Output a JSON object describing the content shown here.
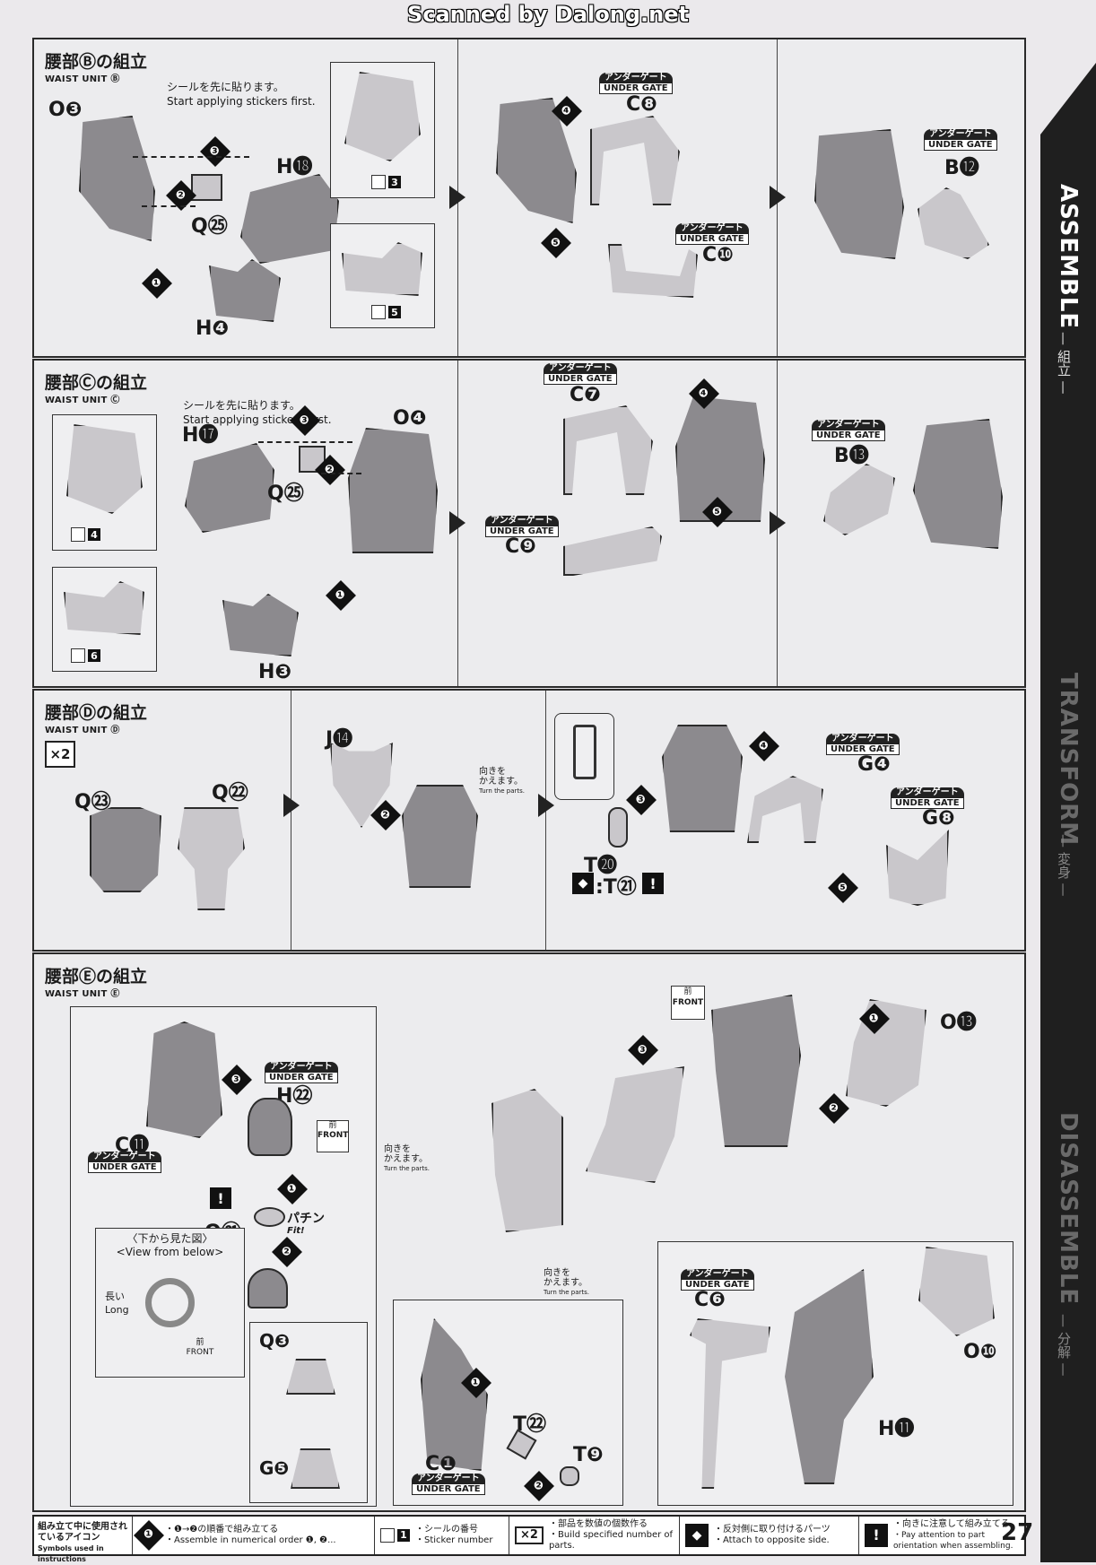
{
  "scanner_credit": "Scanned by Dalong.net",
  "common": {
    "sticker_note_jp": "シールを先に貼ります。",
    "sticker_note_en": "Start applying stickers first.",
    "under_gate_jp": "アンダーゲート",
    "under_gate_en": "UNDER GATE",
    "turn_jp_1": "向きを",
    "turn_jp_2": "かえます。",
    "turn_en": "Turn the parts.",
    "front_jp": "前",
    "front_en": "FRONT"
  },
  "sections": {
    "b": {
      "title": "腰部Ⓑの組立",
      "subtitle": "WAIST UNIT Ⓑ",
      "parts": [
        "O❸",
        "H⓲",
        "Q㉕",
        "H❹",
        "C❽",
        "C❿",
        "B⓬"
      ],
      "steps": [
        "❶",
        "❷",
        "❸",
        "❹",
        "❺"
      ],
      "stickers": [
        "3",
        "5"
      ]
    },
    "c": {
      "title": "腰部Ⓒの組立",
      "subtitle": "WAIST UNIT Ⓒ",
      "parts": [
        "H⓱",
        "O❹",
        "Q㉕",
        "H❸",
        "C❼",
        "C❾",
        "B⓭"
      ],
      "steps": [
        "❶",
        "❷",
        "❸",
        "❹",
        "❺"
      ],
      "stickers": [
        "4",
        "6"
      ]
    },
    "d": {
      "title": "腰部Ⓓの組立",
      "subtitle": "WAIST UNIT Ⓓ",
      "multiplier": "×2",
      "parts": [
        "Q㉓",
        "Q㉒",
        "J⓮",
        "T⓴",
        ":T㉑",
        "G❹",
        "G❽"
      ],
      "steps": [
        "❷",
        "❸",
        "❹",
        "❺"
      ]
    },
    "e": {
      "title": "腰部Ⓔの組立",
      "subtitle": "WAIST UNIT Ⓔ",
      "parts": [
        "H㉒",
        "C⓫",
        "Q㉑",
        "Q❸",
        "G❺",
        "O⓭",
        "C❶",
        "T㉒",
        "T❾",
        "C❻",
        "O❿",
        "H⓫"
      ],
      "steps": [
        "❶",
        "❷",
        "❸"
      ],
      "view_below_jp": "〈下から見た図〉",
      "view_below_en": "<View from below>",
      "long_jp": "長い",
      "long_en": "Long",
      "fit_jp": "パチン",
      "fit_en": "Fit!"
    }
  },
  "sidebar": {
    "tabs": [
      {
        "en": "ASSEMBLE",
        "jp": "— 組立 —"
      },
      {
        "en": "TRANSFORM",
        "jp": "— 変身 —"
      },
      {
        "en": "DISASSEMBLE",
        "jp": "— 分解 —"
      }
    ]
  },
  "footer": {
    "legend_jp": "組み立て中に使用されているアイコン",
    "legend_en": "Symbols used in instructions",
    "items": [
      {
        "icon": "❶",
        "jp": "・❶→❷の順番で組み立てる",
        "en": "・Assemble in numerical order ❶, ❷..."
      },
      {
        "icon": "1",
        "jp": "・シールの番号",
        "en": "・Sticker number"
      },
      {
        "icon": "×2",
        "jp": "・部品を数値の個数作る",
        "en": "・Build specified number of parts."
      },
      {
        "icon": "◆",
        "jp": "・反対側に取り付けるパーツ",
        "en": "・Attach to opposite side."
      },
      {
        "icon": "!",
        "jp": "・向きに注意して組み立てる",
        "en": "・Pay attention to part orientation when assembling."
      }
    ],
    "page_number": "27"
  }
}
